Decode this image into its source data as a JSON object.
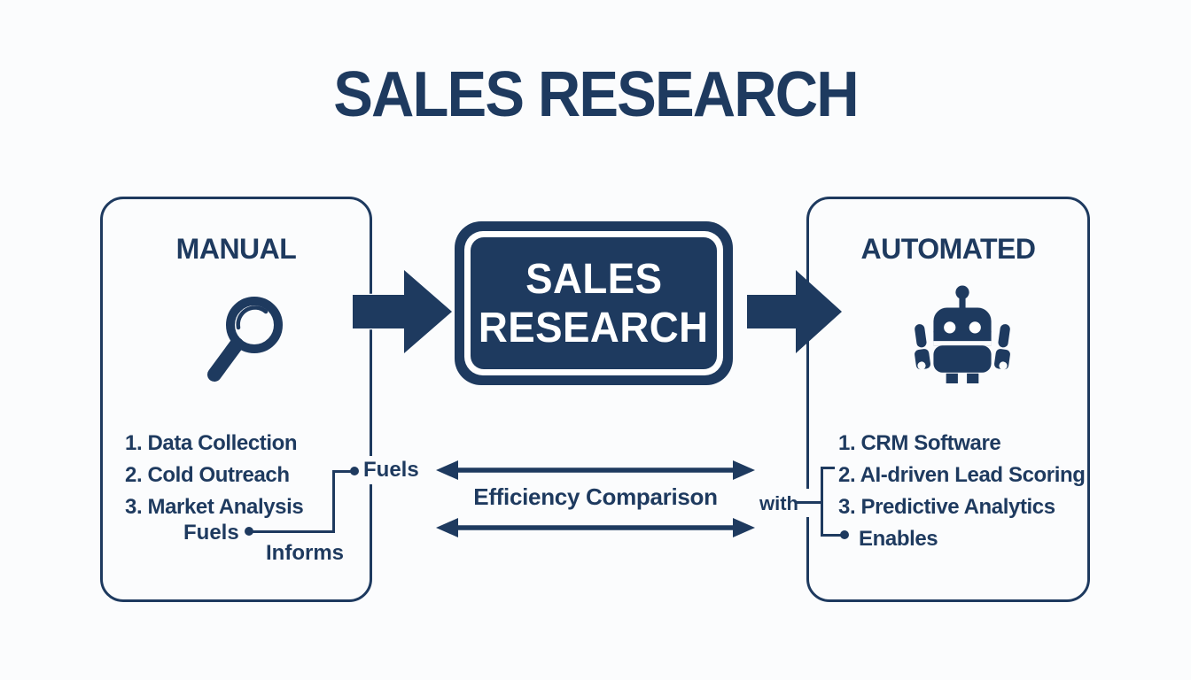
{
  "page": {
    "title": "SALES RESEARCH",
    "background_color": "#fbfcfd",
    "accent_color": "#1e3a5f"
  },
  "center_box": {
    "line1": "SALES",
    "line2": "RESEARCH"
  },
  "manual_panel": {
    "heading": "MANUAL",
    "icon": "magnifier-icon",
    "items": [
      "1. Data Collection",
      "2. Cold Outreach",
      "3. Market Analysis"
    ],
    "inner_label": "Fuels",
    "outer_label": "Fuels",
    "informs_label": "Informs"
  },
  "automated_panel": {
    "heading": "AUTOMATED",
    "icon": "robot-icon",
    "items": [
      "1. CRM Software",
      "2. AI-driven Lead Scoring",
      "3. Predictive Analytics"
    ],
    "enables_label": "Enables",
    "with_label": "with"
  },
  "comparison": {
    "label": "Efficiency Comparison"
  }
}
